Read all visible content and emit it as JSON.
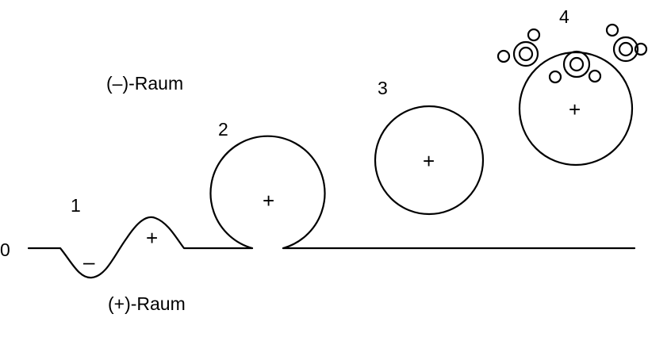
{
  "labels": {
    "minus_space": "(–)-Raum",
    "plus_space": "(+)-Raum",
    "zero": "0",
    "stage_1": "1",
    "stage_2": "2",
    "stage_3": "3",
    "stage_4": "4"
  },
  "signs": {
    "plus": "+",
    "minus": "–"
  },
  "colors": {
    "line": "#000000",
    "background": "#ffffff"
  }
}
